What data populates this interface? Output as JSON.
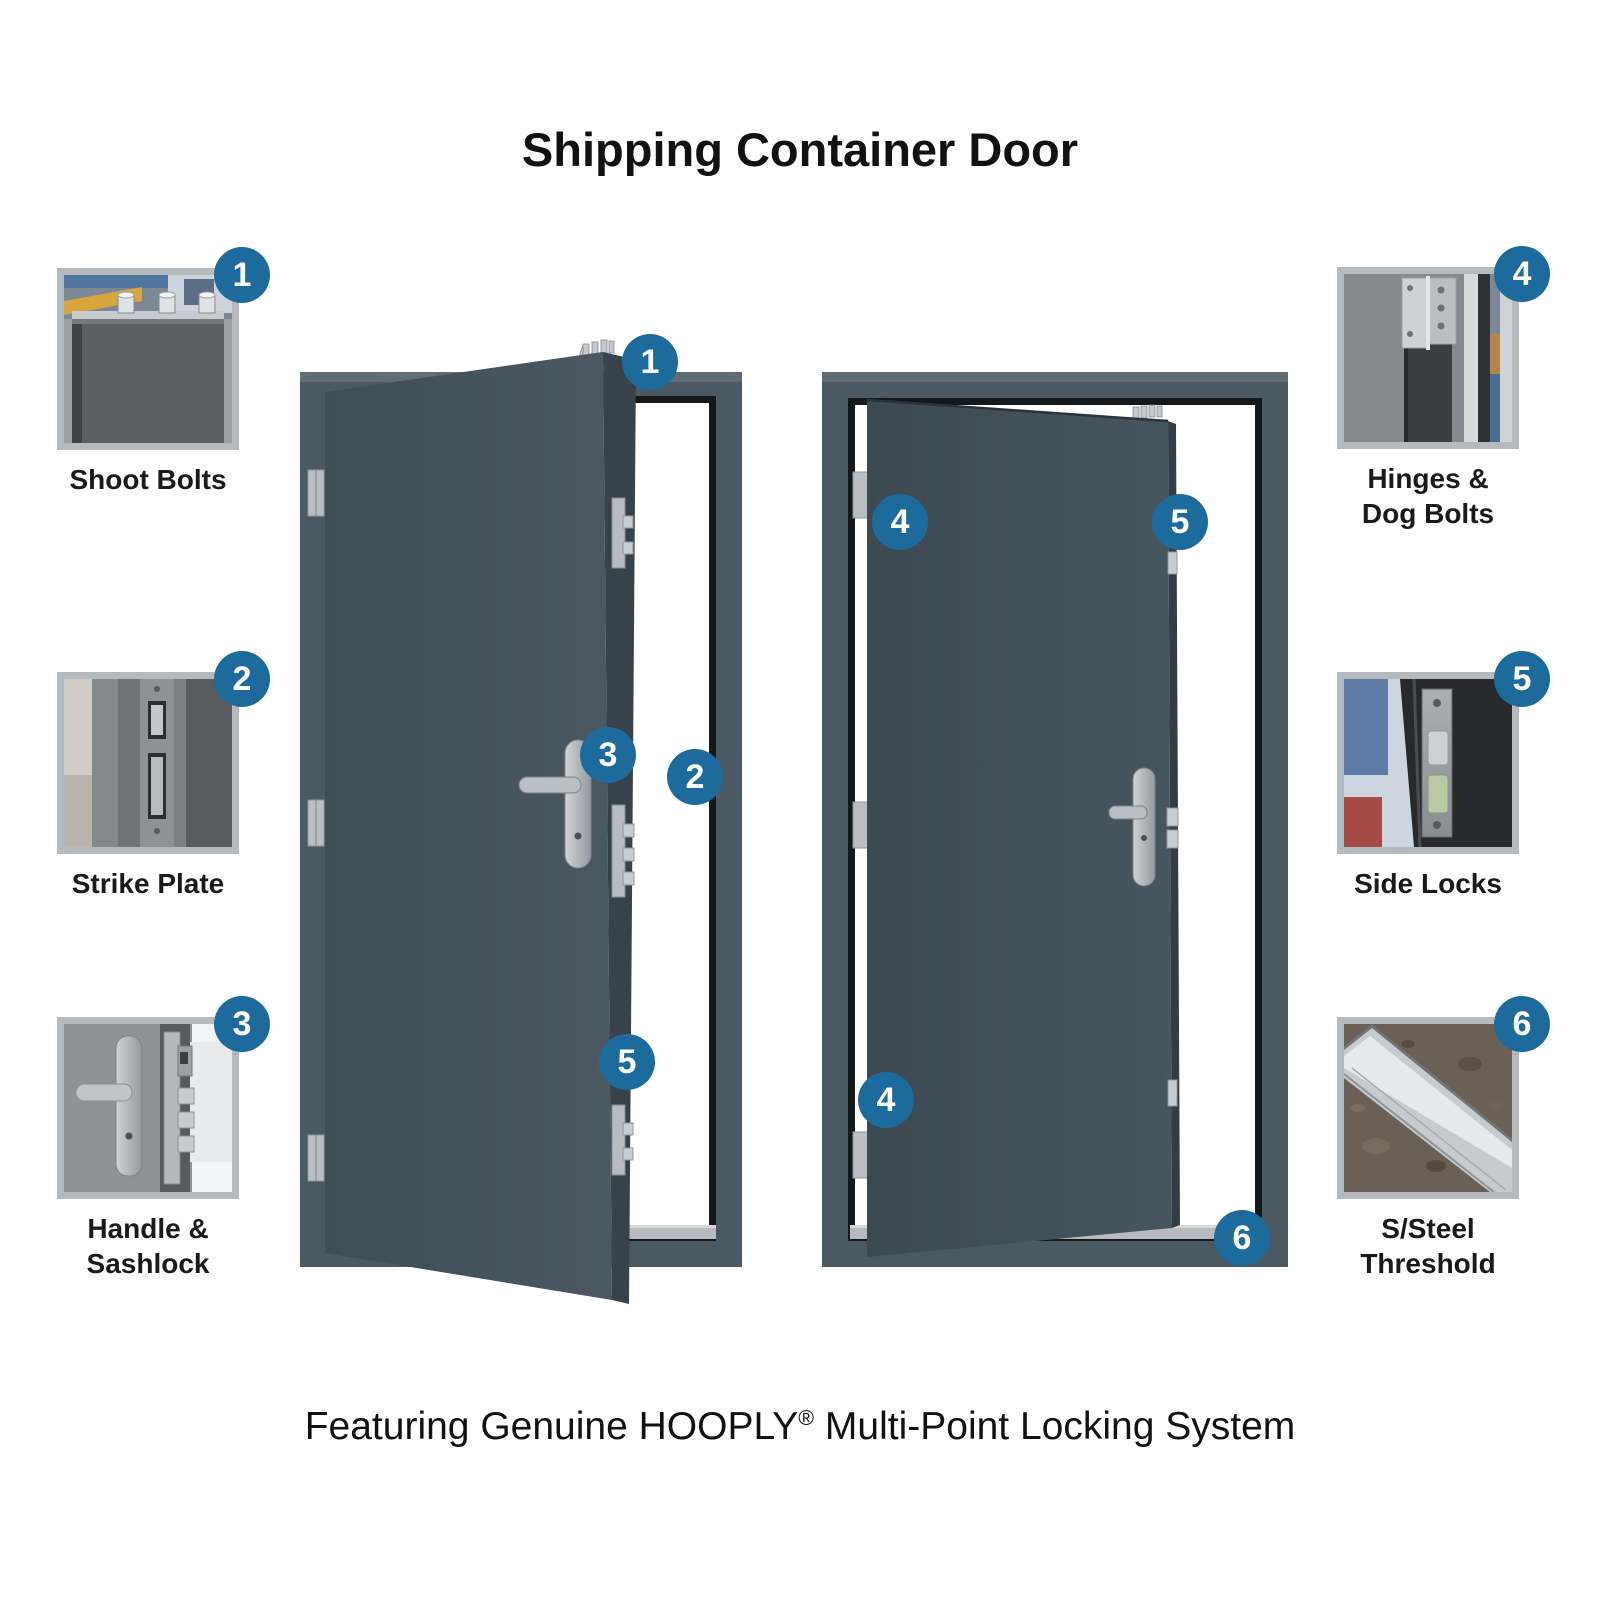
{
  "title": "Shipping Container Door",
  "footer": {
    "prefix": "Featuring Genuine HOOPLY",
    "reg": "®",
    "suffix": " Multi-Point Locking System"
  },
  "features": {
    "left": [
      {
        "number": "1",
        "lines": [
          "Shoot Bolts"
        ]
      },
      {
        "number": "2",
        "lines": [
          "Strike Plate"
        ]
      },
      {
        "number": "3",
        "lines": [
          "Handle &",
          "Sashlock"
        ]
      }
    ],
    "right": [
      {
        "number": "4",
        "lines": [
          "Hinges &",
          "Dog Bolts"
        ]
      },
      {
        "number": "5",
        "lines": [
          "Side Locks"
        ]
      },
      {
        "number": "6",
        "lines": [
          "S/Steel",
          "Threshold"
        ]
      }
    ]
  },
  "doors": {
    "left": {
      "badges": [
        {
          "n": "1"
        },
        {
          "n": "3"
        },
        {
          "n": "2"
        },
        {
          "n": "5"
        }
      ]
    },
    "right": {
      "badges": [
        {
          "n": "4"
        },
        {
          "n": "5"
        },
        {
          "n": "4"
        },
        {
          "n": "6"
        }
      ]
    }
  },
  "colors": {
    "badge_blue": "#1d6b9d",
    "door_slate": "#46535b",
    "frame_slate": "#4a5962",
    "threshold_silver": "#b7bbbd",
    "label_black": "#1a1a1a"
  }
}
